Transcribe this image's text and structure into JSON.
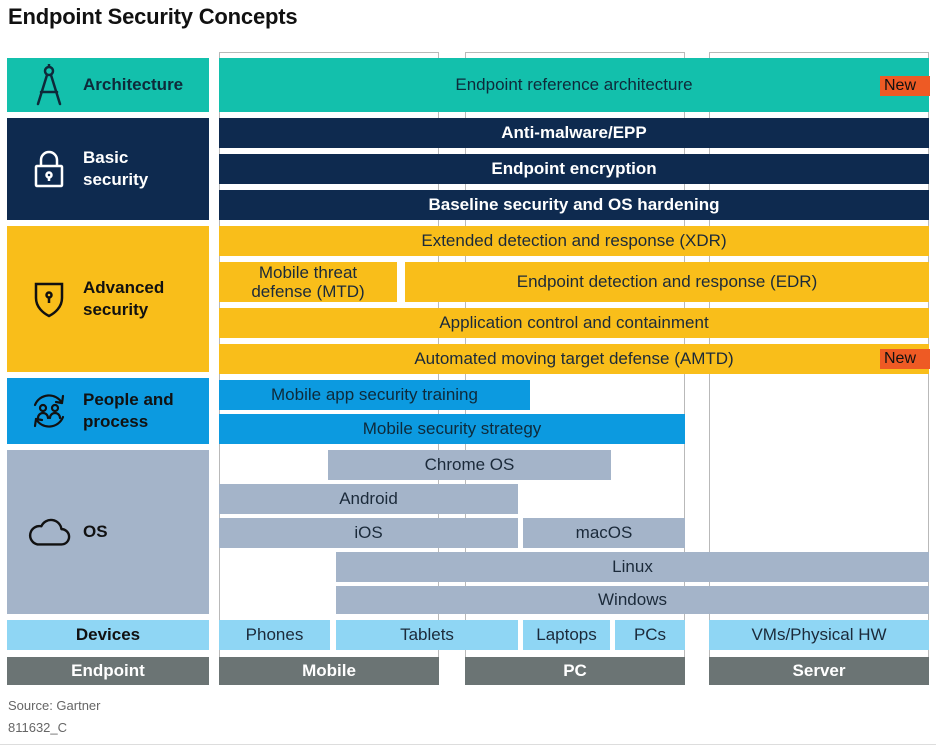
{
  "title": "Endpoint Security Concepts",
  "categories": {
    "architecture": "Architecture",
    "basic_line1": "Basic",
    "basic_line2": "security",
    "advanced_line1": "Advanced",
    "advanced_line2": "security",
    "people_line1": "People and",
    "people_line2": "process",
    "os": "OS",
    "devices": "Devices",
    "endpoint": "Endpoint"
  },
  "columns": {
    "mobile": "Mobile",
    "pc": "PC",
    "server": "Server"
  },
  "rows": {
    "era": "Endpoint reference architecture",
    "anti_malware": "Anti-malware/EPP",
    "encryption": "Endpoint encryption",
    "baseline": "Baseline security and OS hardening",
    "xdr": "Extended detection and response (XDR)",
    "mtd_line1": "Mobile threat",
    "mtd_line2": "defense (MTD)",
    "edr": "Endpoint detection and response (EDR)",
    "app_control": "Application control and containment",
    "amtd": "Automated moving target defense (AMTD)",
    "mobile_training": "Mobile app security training",
    "mobile_strategy": "Mobile security strategy"
  },
  "new_badge": "New",
  "os_items": {
    "chrome": "Chrome OS",
    "android": "Android",
    "ios": "iOS",
    "macos": "macOS",
    "linux": "Linux",
    "windows": "Windows"
  },
  "devices": {
    "phones": "Phones",
    "tablets": "Tablets",
    "laptops": "Laptops",
    "pcs": "PCs",
    "vms": "VMs/Physical HW"
  },
  "source": "Source: Gartner",
  "code": "811632_C",
  "colors": {
    "teal": "#13c0ac",
    "navy": "#0e2a4f",
    "gold": "#f9be1a",
    "blue": "#0c9ae0",
    "os": "#a4b4c9",
    "devices": "#8fd6f4",
    "footer": "#6b7474",
    "badge": "#ee5a24"
  },
  "icons": {
    "architecture": "compass-icon",
    "basic": "padlock-icon",
    "advanced": "shield-icon",
    "people": "people-cycle-icon",
    "os": "cloud-icon"
  }
}
